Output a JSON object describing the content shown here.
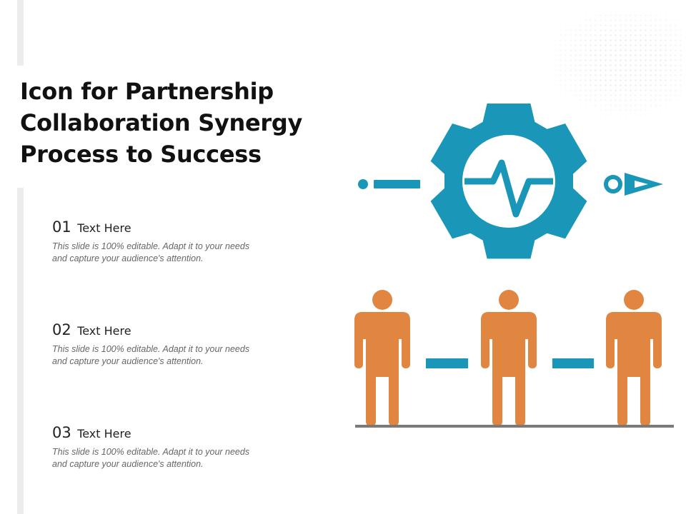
{
  "slide": {
    "title_lines": [
      "Icon for Partnership",
      "Collaboration Synergy",
      "Process to Success"
    ]
  },
  "items": [
    {
      "number": "01",
      "heading": "Text Here",
      "body_lines": [
        "This slide is 100% editable. Adapt it to your needs",
        "and capture your  audience's attention."
      ]
    },
    {
      "number": "02",
      "heading": "Text Here",
      "body_lines": [
        "This slide is 100% editable. Adapt it to your needs",
        "and capture your  audience's attention."
      ]
    },
    {
      "number": "03",
      "heading": "Text Here",
      "body_lines": [
        "This slide is 100% editable. Adapt it to your needs",
        "and capture your  audience's attention."
      ]
    }
  ],
  "illustration": {
    "icons": [
      "gear-icon",
      "heartbeat-icon",
      "arrow-icon",
      "person-icon"
    ],
    "colors": {
      "gear": "#1a96b9",
      "person": "#e08641",
      "connector": "#1a96b9",
      "ground": "#7a7a7a"
    }
  }
}
